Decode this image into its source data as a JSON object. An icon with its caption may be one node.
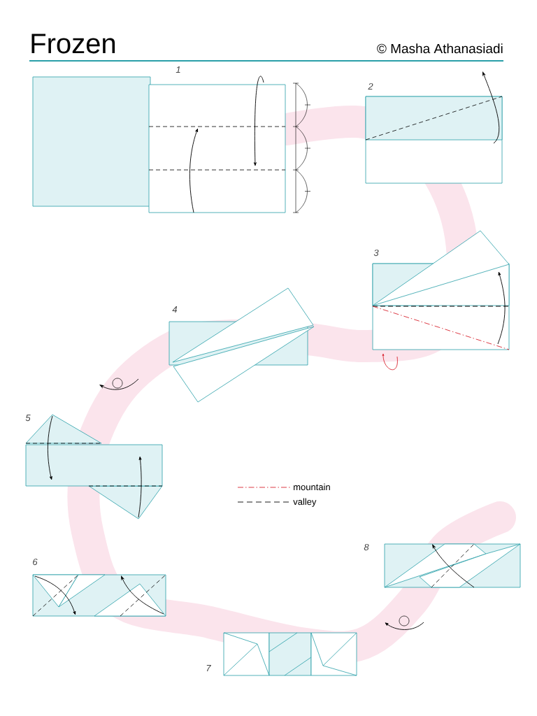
{
  "diagram": {
    "title": "Frozen",
    "labels": [
      "© Masha Athanasiadi",
      "1",
      "2",
      "3",
      "4",
      "5",
      "6",
      "8",
      "7"
    ],
    "legend": [
      {
        "text": "mountain"
      },
      {
        "text": "valley"
      }
    ]
  }
}
